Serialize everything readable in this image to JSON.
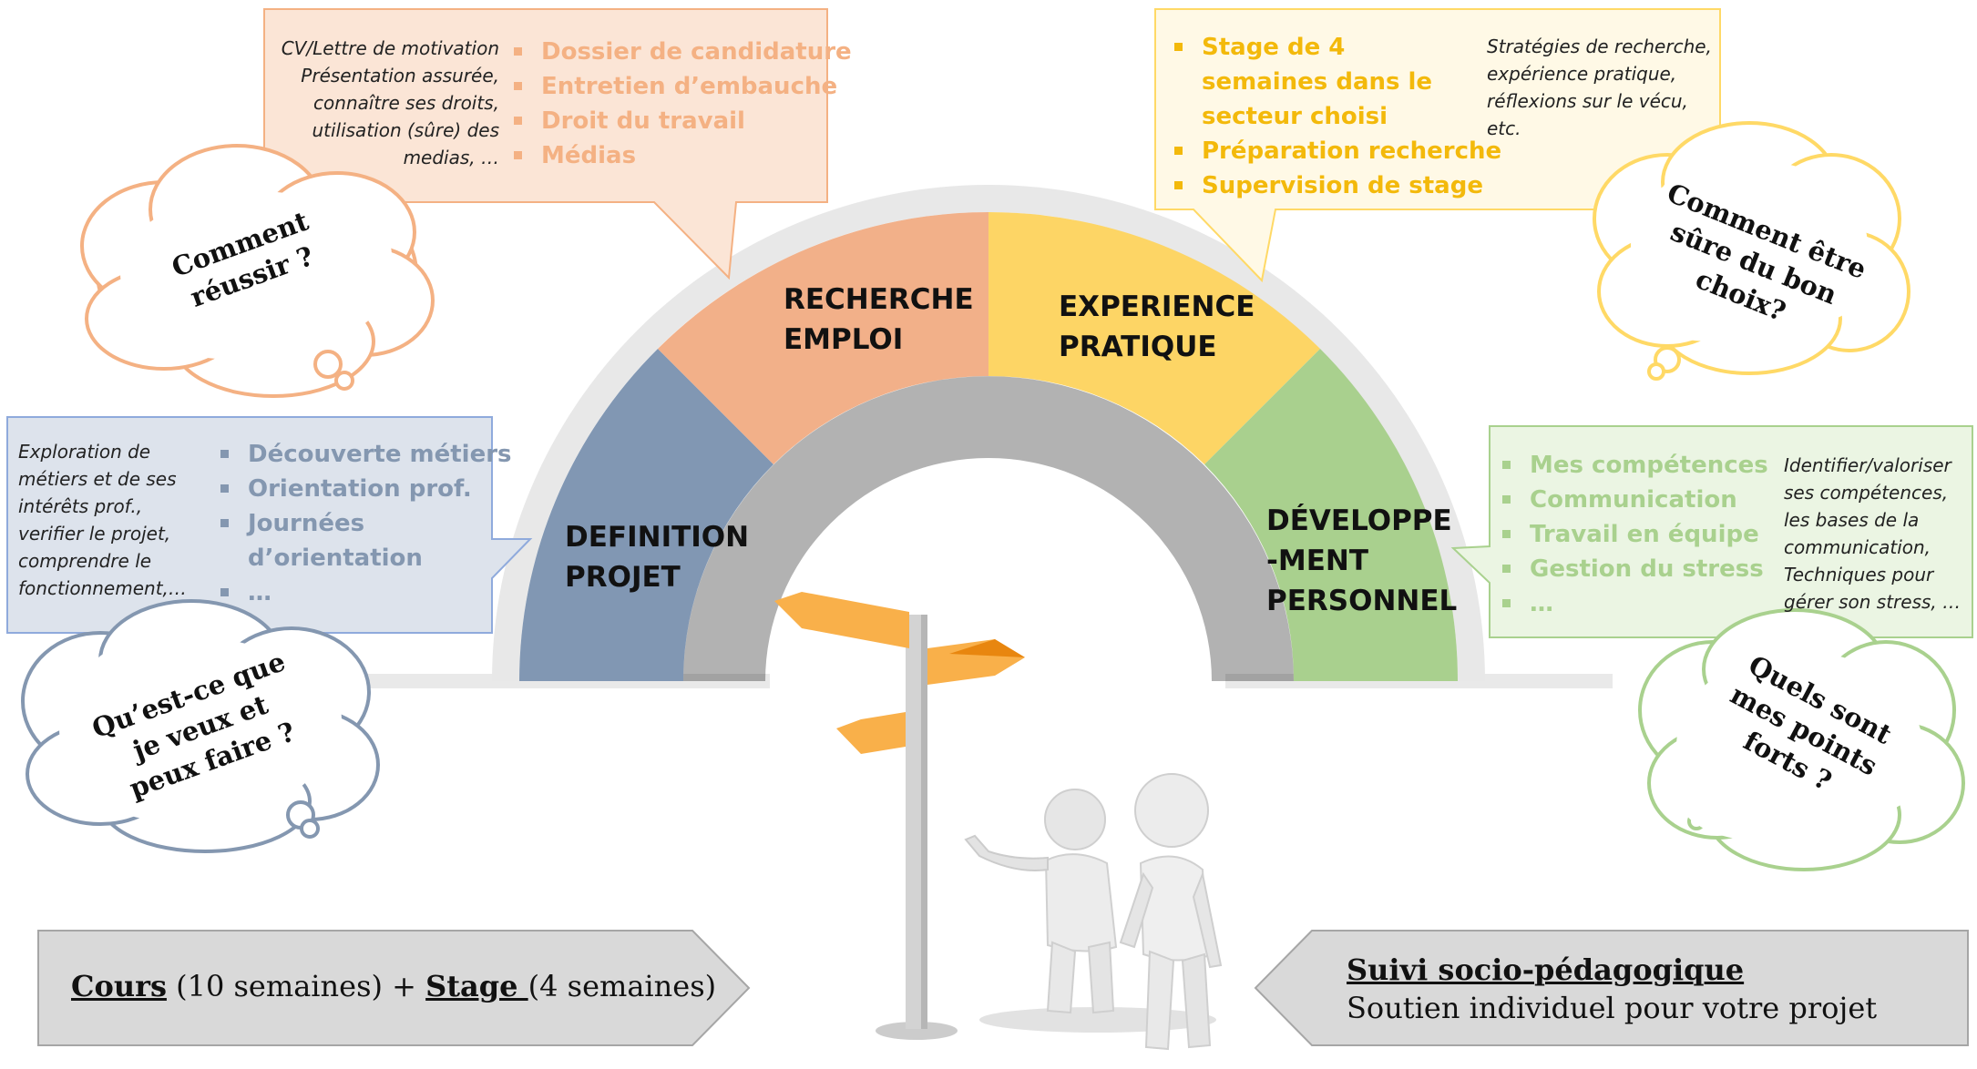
{
  "colors": {
    "blue": "#8197b3",
    "blue_box_fill": "#dde3ec",
    "orange": "#f2b089",
    "orange_text": "#f4b183",
    "orange_box_fill": "#fbe5d6",
    "yellow": "#fdd565",
    "yellow_text": "#f3b90b",
    "yellow_box_fill": "#fff9e6",
    "green": "#a9d08e",
    "green_text": "#a9d18e",
    "green_box_fill": "#ebf5e3",
    "arrow_fill": "#d9d9d9",
    "arch_outline": "#e7e7e7"
  },
  "segments": {
    "definition": {
      "line1": "DEFINITION",
      "line2": "PROJET"
    },
    "recherche": {
      "line1": "RECHERCHE",
      "line2": "EMPLOI"
    },
    "experience": {
      "line1": "EXPERIENCE",
      "line2": "PRATIQUE"
    },
    "developpement": {
      "line1": "DÉVELOPPE",
      "line2": "-MENT",
      "line3": "PERSONNEL"
    }
  },
  "boxes": {
    "recherche": {
      "desc": [
        "CV/Lettre de motivation",
        "Présentation assurée,",
        "connaître ses droits,",
        "utilisation (sûre) des",
        "medias, …"
      ],
      "bullets": [
        "Dossier de candidature",
        "Entretien d’embauche",
        "Droit du travail",
        "Médias"
      ]
    },
    "experience": {
      "bullets": [
        "Stage de 4 semaines dans le secteur choisi",
        "Préparation recherche",
        "Supervision de stage"
      ],
      "desc": [
        "Stratégies de recherche,",
        "expérience pratique,",
        "réflexions sur le vécu,",
        "etc."
      ]
    },
    "definition": {
      "desc": [
        "Exploration de",
        "métiers et de ses",
        "intérêts prof.,",
        "verifier le projet,",
        "comprendre le",
        "fonctionnement,…"
      ],
      "bullets": [
        "Découverte métiers",
        "Orientation prof.",
        "Journées d’orientation",
        "…"
      ]
    },
    "developpement": {
      "bullets": [
        "Mes compétences",
        "Communication",
        "Travail en équipe",
        "Gestion du stress",
        "…"
      ],
      "desc": [
        "Identifier/valoriser",
        "ses compétences,",
        "les bases de la",
        "communication,",
        "Techniques pour",
        "gérer son stress, …"
      ]
    }
  },
  "thoughts": {
    "reussir": [
      "Comment",
      "réussir ?"
    ],
    "choix": [
      "Comment être",
      "sûre du bon",
      "choix?"
    ],
    "veux": [
      "Qu’est-ce que",
      "je veux et",
      "peux faire ?"
    ],
    "forts": [
      "Quels sont",
      "mes points",
      "forts ?"
    ]
  },
  "footer": {
    "cours_label": "Cours",
    "cours_text": " (10 semaines) + ",
    "stage_label": "Stage ",
    "stage_text": "(4 semaines)",
    "suivi_title": "Suivi socio-pédagogique",
    "suivi_text": "Soutien individuel pour votre projet"
  }
}
